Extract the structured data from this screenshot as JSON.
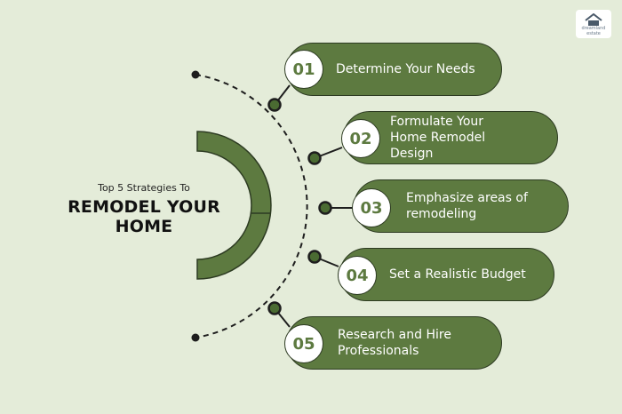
{
  "heading": {
    "subtitle": "Top 5 Strategies To",
    "title": "REMODEL YOUR HOME"
  },
  "logo": {
    "text_line1": "dreamland",
    "text_line2": "estate"
  },
  "colors": {
    "background": "#e4ecd9",
    "accent_green": "#5d7a40",
    "dark_outline": "#2d3b22",
    "node_fill": "#4a6b32"
  },
  "steps": [
    {
      "number": "01",
      "text": "Determine Your Needs"
    },
    {
      "number": "02",
      "text": "Formulate Your Home Remodel Design"
    },
    {
      "number": "03",
      "text": "Emphasize areas of remodeling"
    },
    {
      "number": "04",
      "text": "Set a Realistic Budget"
    },
    {
      "number": "05",
      "text": "Research and Hire Professionals"
    }
  ]
}
